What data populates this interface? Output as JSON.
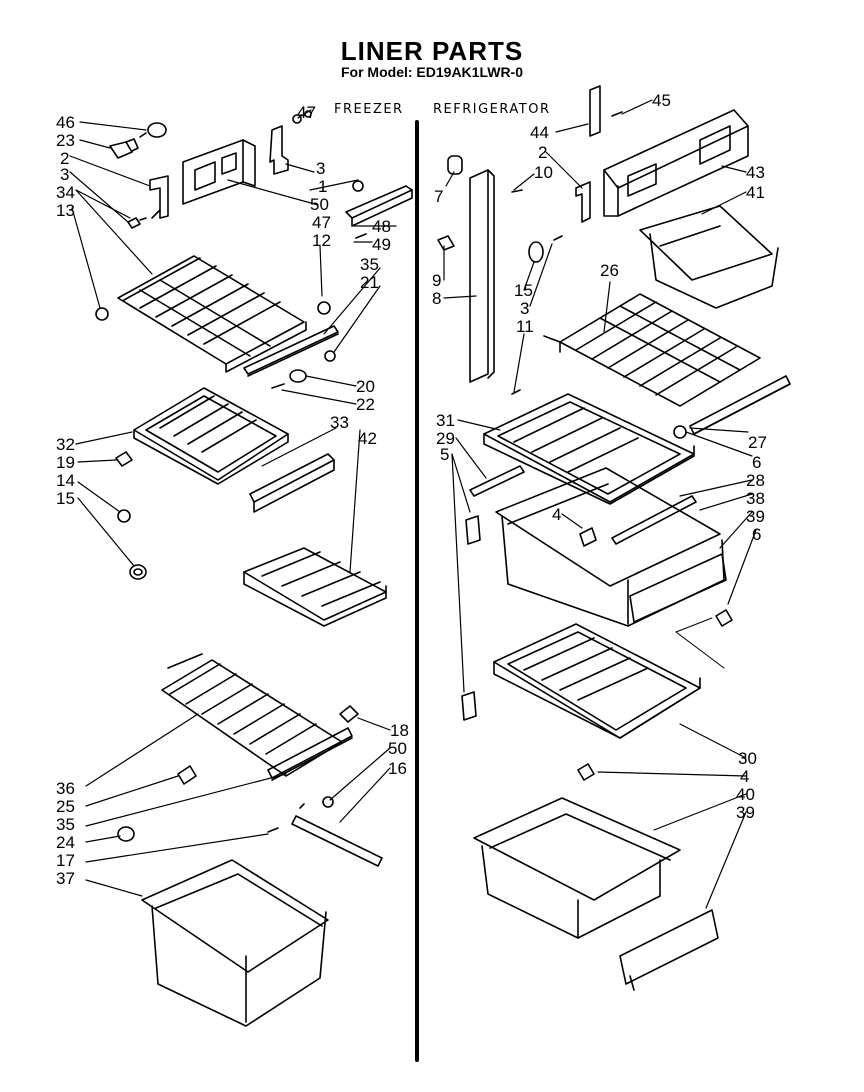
{
  "title": "LINER PARTS",
  "model_line": "For Model: ED19AK1LWR-0",
  "sections": {
    "freezer": "FREEZER",
    "refrigerator": "REFRIGERATOR"
  },
  "callouts": {
    "n46": "46",
    "n23": "23",
    "n2a": "2",
    "n3a": "3",
    "n34": "34",
    "n13": "13",
    "n47a": "47",
    "n3b": "3",
    "n1": "1",
    "n50a": "50",
    "n47b": "47",
    "n12": "12",
    "n48": "48",
    "n49": "49",
    "n35a": "35",
    "n21": "21",
    "n20": "20",
    "n22": "22",
    "n33": "33",
    "n42": "42",
    "n32": "32",
    "n19": "19",
    "n14": "14",
    "n15a": "15",
    "n36": "36",
    "n25": "25",
    "n35b": "35",
    "n24": "24",
    "n17": "17",
    "n37": "37",
    "n18": "18",
    "n50b": "50",
    "n16": "16",
    "n45": "45",
    "n44": "44",
    "n2b": "2",
    "n7": "7",
    "n10": "10",
    "n43": "43",
    "n41": "41",
    "n9": "9",
    "n8": "8",
    "n15b": "15",
    "n3c": "3",
    "n11": "11",
    "n26": "26",
    "n31": "31",
    "n29": "29",
    "n5": "5",
    "n27": "27",
    "n6a": "6",
    "n28": "28",
    "n4a": "4",
    "n38": "38",
    "n39a": "39",
    "n6b": "6",
    "n30": "30",
    "n4b": "4",
    "n40": "40",
    "n39b": "39"
  }
}
